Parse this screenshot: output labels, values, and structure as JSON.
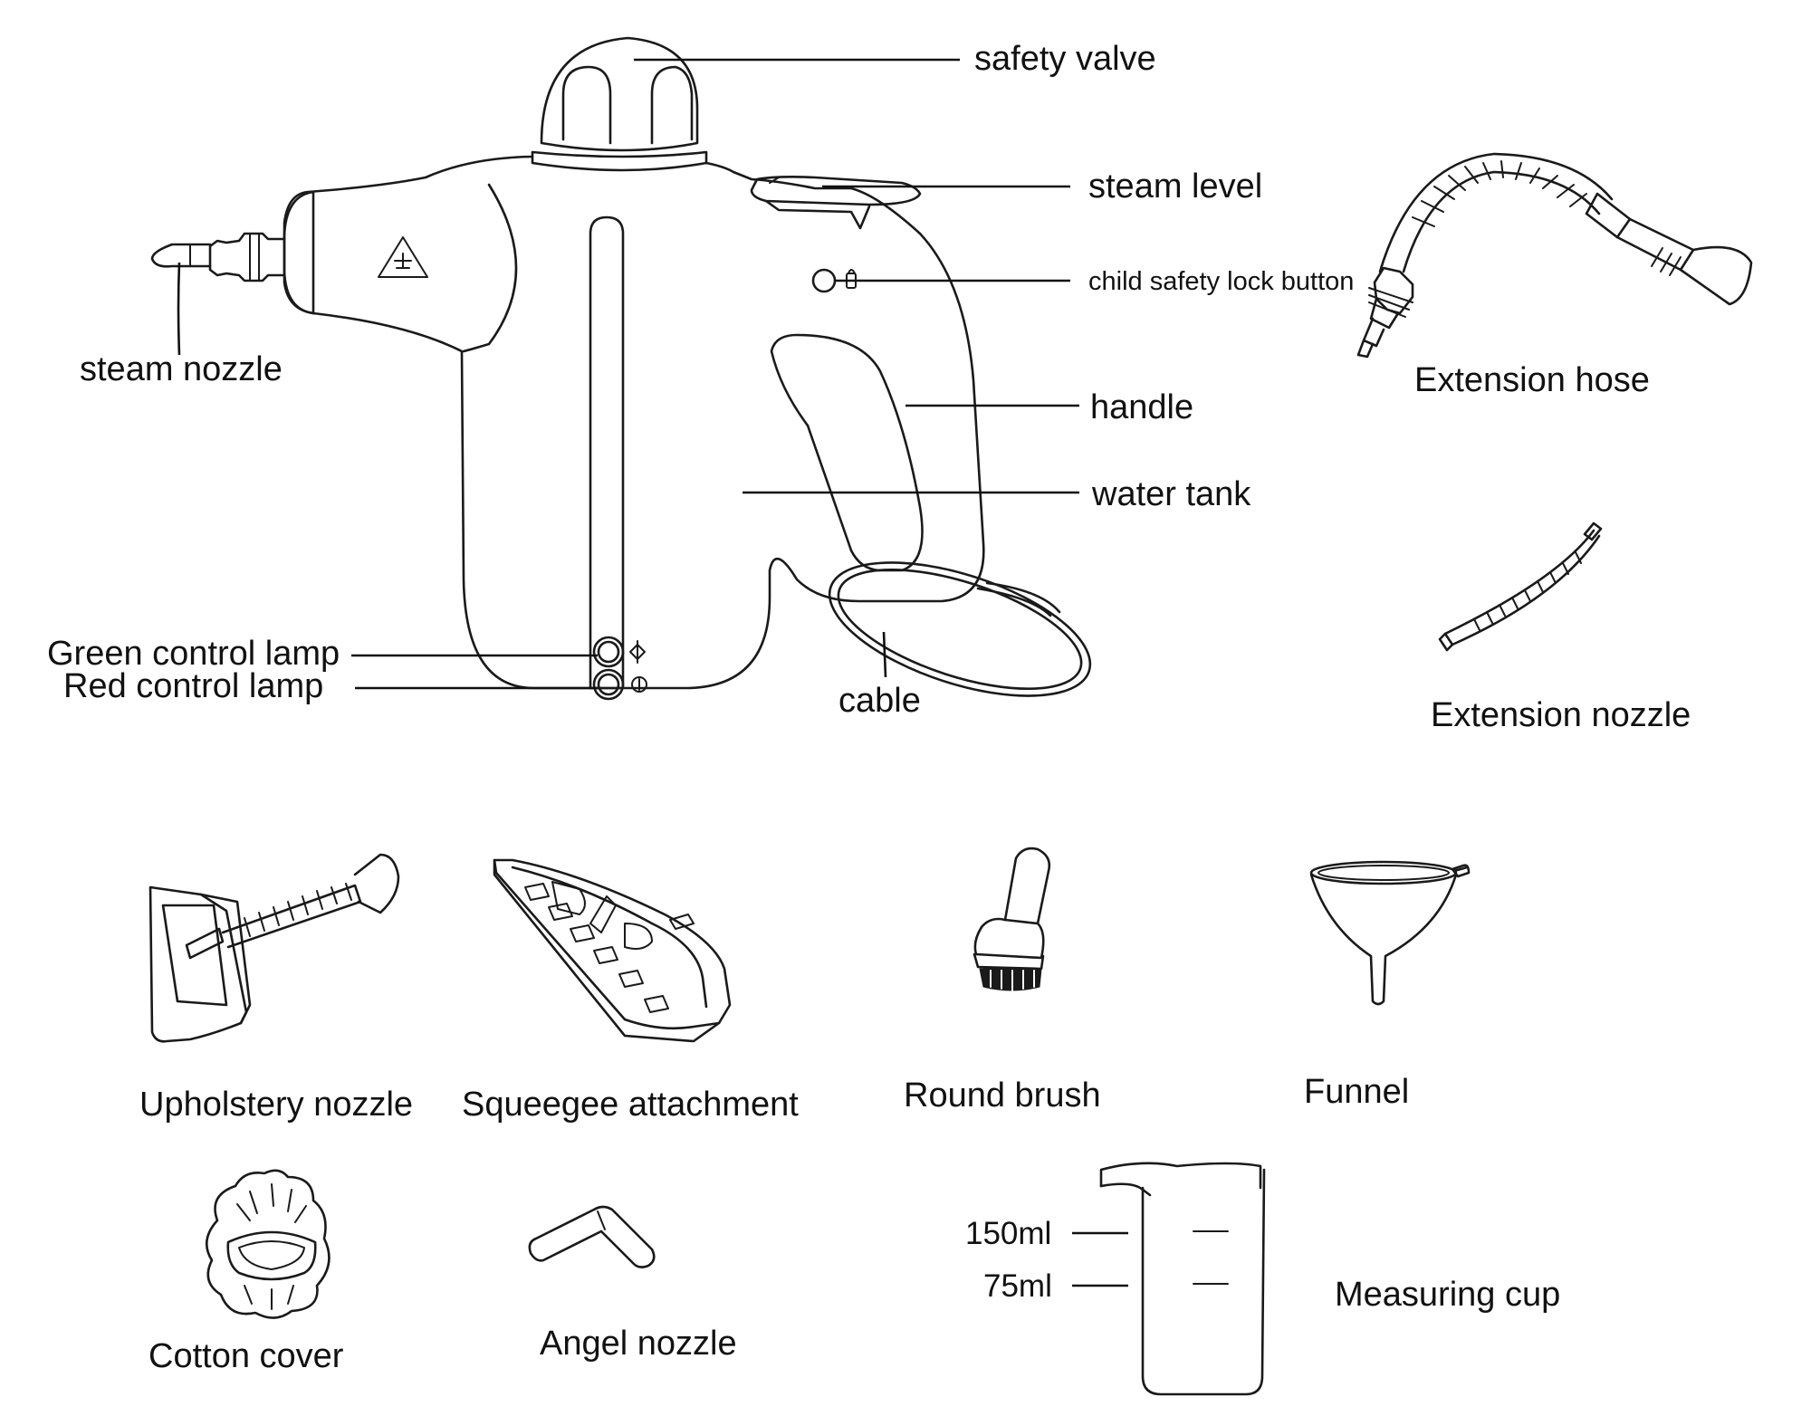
{
  "main_unit": {
    "labels": {
      "safety_valve": "safety valve",
      "steam_level": "steam level",
      "child_safety_lock_button": "child safety lock button",
      "steam_nozzle": "steam nozzle",
      "handle": "handle",
      "water_tank": "water tank",
      "green_control_lamp": "Green control lamp",
      "red_control_lamp": "Red control lamp",
      "cable": "cable"
    }
  },
  "accessories": {
    "extension_hose": "Extension hose",
    "extension_nozzle": "Extension nozzle",
    "upholstery_nozzle": "Upholstery nozzle",
    "squeegee_attachment": "Squeegee attachment",
    "round_brush": "Round brush",
    "funnel": "Funnel",
    "cotton_cover": "Cotton cover",
    "angel_nozzle": "Angel nozzle",
    "measuring_cup": {
      "label": "Measuring cup",
      "marks": [
        "150ml",
        "75ml"
      ]
    }
  },
  "colors": {
    "line": "#1a1a1a",
    "background": "#ffffff"
  }
}
